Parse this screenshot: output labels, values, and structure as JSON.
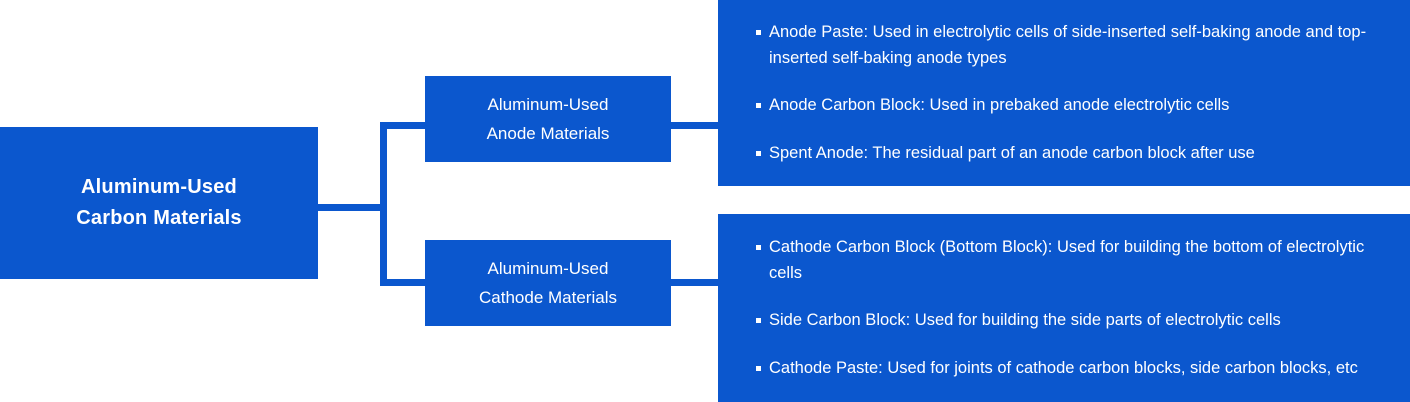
{
  "theme": {
    "brand_blue": "#0b57ce",
    "text_on_brand": "#ffffff",
    "background": "#ffffff",
    "bullet_marker": "white-square"
  },
  "diagram": {
    "type": "hierarchy-tree",
    "root": {
      "line1": "Aluminum-Used",
      "line2": "Carbon Materials"
    },
    "branches": [
      {
        "id": "anode",
        "box": {
          "line1": "Aluminum-Used",
          "line2": "Anode Materials"
        },
        "details": [
          "Anode Paste: Used in electrolytic cells of side-inserted self-baking anode and top-inserted self-baking anode types",
          "Anode Carbon Block: Used in prebaked anode electrolytic cells",
          "Spent Anode: The residual part of an anode carbon block after use"
        ]
      },
      {
        "id": "cathode",
        "box": {
          "line1": "Aluminum-Used",
          "line2": "Cathode Materials"
        },
        "details": [
          "Cathode Carbon Block (Bottom Block): Used for building the bottom of electrolytic cells",
          "Side Carbon Block: Used for building the side parts of electrolytic cells",
          "Cathode Paste: Used for joints of cathode carbon blocks, side carbon blocks, etc"
        ]
      }
    ]
  }
}
